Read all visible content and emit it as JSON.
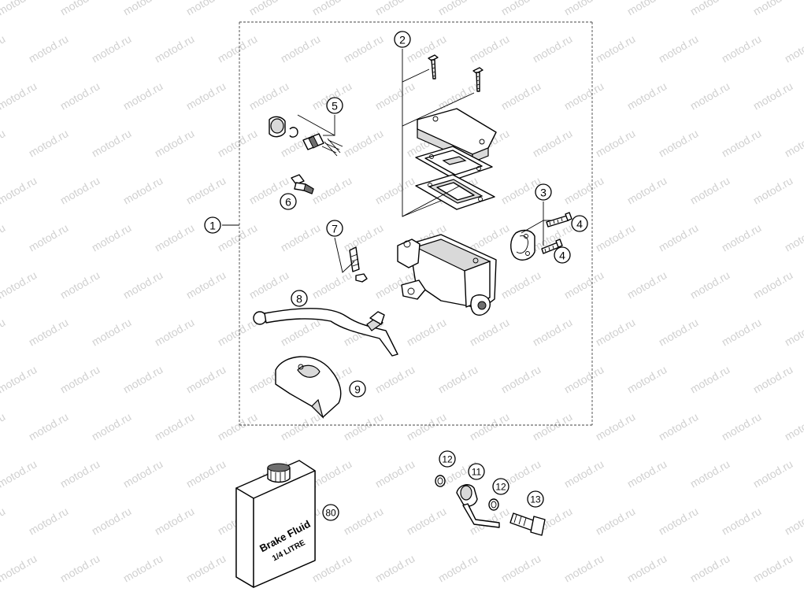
{
  "watermark": {
    "text": "motod.ru",
    "color": "#d0d0d0"
  },
  "callouts": [
    {
      "id": "c1",
      "label": "1"
    },
    {
      "id": "c2",
      "label": "2"
    },
    {
      "id": "c3",
      "label": "3"
    },
    {
      "id": "c4a",
      "label": "4"
    },
    {
      "id": "c4b",
      "label": "4"
    },
    {
      "id": "c5",
      "label": "5"
    },
    {
      "id": "c6",
      "label": "6"
    },
    {
      "id": "c7",
      "label": "7"
    },
    {
      "id": "c8",
      "label": "8"
    },
    {
      "id": "c9",
      "label": "9"
    },
    {
      "id": "c11",
      "label": "11"
    },
    {
      "id": "c12a",
      "label": "12"
    },
    {
      "id": "c12b",
      "label": "12"
    },
    {
      "id": "c13",
      "label": "13"
    },
    {
      "id": "c80",
      "label": "80"
    }
  ],
  "bottle": {
    "line1": "Brake Fluid",
    "line2": "1/4 LITRE"
  }
}
